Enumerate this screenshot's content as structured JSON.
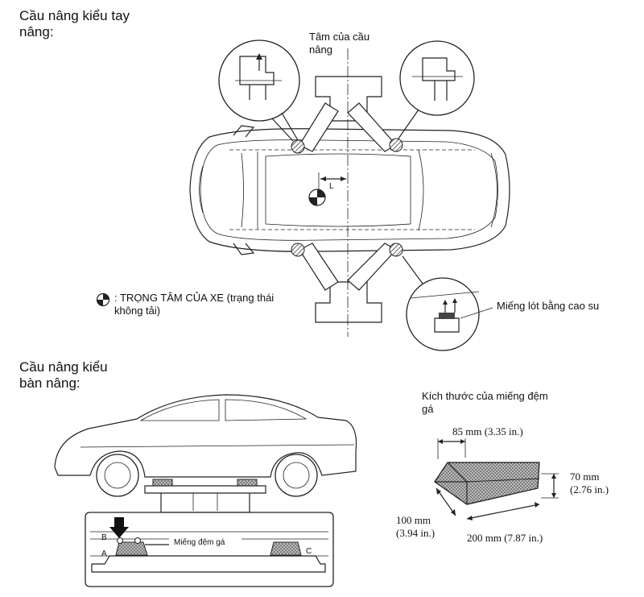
{
  "swing_arm_lift": {
    "title": "Cầu nâng kiểu tay\nnâng:",
    "lift_center_label": "Tâm của cầu\nnâng",
    "l_label": "L",
    "rubber_pad_label": "Miếng lót bằng cao su",
    "legend": {
      "symbol": "center-of-gravity-icon",
      "text": ": TRỌNG TÂM CỦA XE (trạng thái\nkhông tải)"
    }
  },
  "plate_lift": {
    "title": "Cầu nâng kiểu\nbàn nâng:",
    "detail": {
      "label_b": "B",
      "label_a": "A",
      "label_c": "C",
      "pad_label": "Miếng đệm gá"
    }
  },
  "pad_dimensions": {
    "title": "Kích thước của miếng đệm\ngá",
    "top_length": "85 mm (3.35 in.)",
    "height": "70 mm\n(2.76 in.)",
    "depth": "100 mm\n(3.94 in.)",
    "width": "200 mm (7.87 in.)"
  },
  "colors": {
    "line": "#222222",
    "hatch": "#555555",
    "background": "#ffffff"
  }
}
